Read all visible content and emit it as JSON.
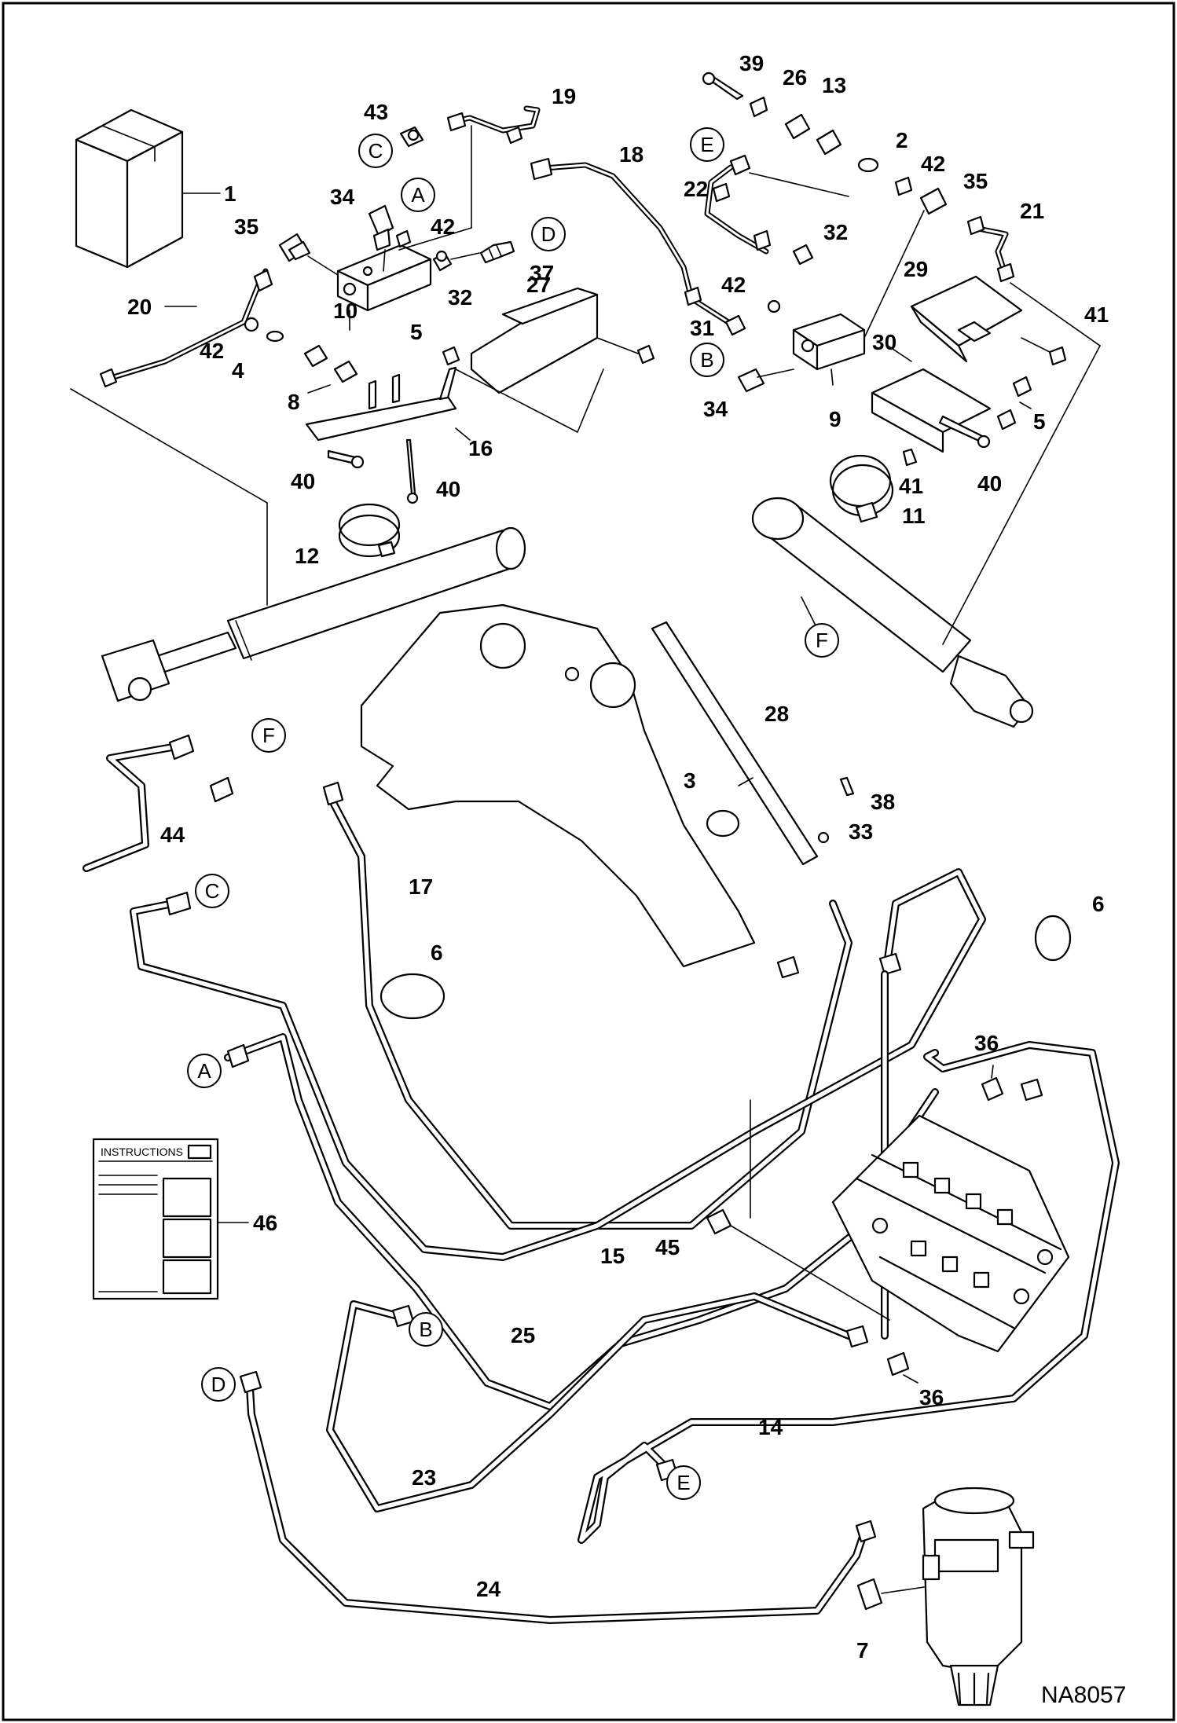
{
  "figure_code": "NA8057",
  "instructions_label": "INSTRUCTIONS",
  "connectors": [
    "A",
    "B",
    "C",
    "D",
    "E",
    "F"
  ],
  "callouts": [
    "1",
    "2",
    "3",
    "4",
    "5",
    "6",
    "7",
    "8",
    "9",
    "10",
    "11",
    "12",
    "13",
    "14",
    "15",
    "16",
    "17",
    "18",
    "19",
    "20",
    "21",
    "22",
    "23",
    "24",
    "25",
    "26",
    "27",
    "28",
    "29",
    "30",
    "31",
    "32",
    "33",
    "34",
    "35",
    "36",
    "37",
    "38",
    "39",
    "40",
    "41",
    "42",
    "43",
    "44",
    "45",
    "46"
  ]
}
